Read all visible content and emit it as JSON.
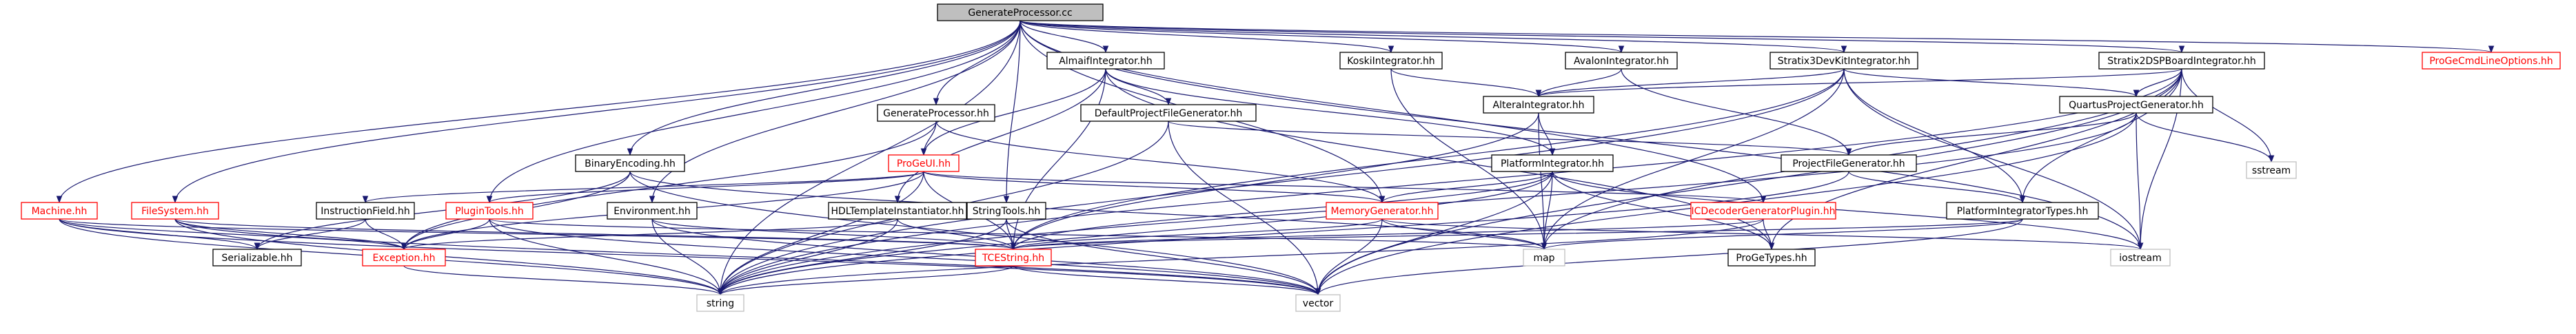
{
  "diagram": {
    "colors": {
      "edge": "#191970",
      "root_fill": "#bfbfbf",
      "node_fill": "#ffffff",
      "node_border": "#000000",
      "truncated_border": "#ff0000",
      "text": "#000000",
      "truncated_text": "#ff0000",
      "external_border": "#bfbfbf"
    },
    "nodes": [
      {
        "id": "root",
        "label": "GenerateProcessor.cc",
        "style": "root"
      },
      {
        "id": "almaif",
        "label": "AlmaifIntegrator.hh",
        "style": "normal"
      },
      {
        "id": "koski",
        "label": "KoskiIntegrator.hh",
        "style": "normal"
      },
      {
        "id": "avalon",
        "label": "AvalonIntegrator.hh",
        "style": "normal"
      },
      {
        "id": "s3dev",
        "label": "Stratix3DevKitIntegrator.hh",
        "style": "normal"
      },
      {
        "id": "s2dsp",
        "label": "Stratix2DSPBoardIntegrator.hh",
        "style": "normal"
      },
      {
        "id": "cmdline",
        "label": "ProGeCmdLineOptions.hh",
        "style": "truncated"
      },
      {
        "id": "defproj",
        "label": "DefaultProjectFileGenerator.hh",
        "style": "normal"
      },
      {
        "id": "altera",
        "label": "AlteraIntegrator.hh",
        "style": "normal"
      },
      {
        "id": "quartus",
        "label": "QuartusProjectGenerator.hh",
        "style": "normal"
      },
      {
        "id": "genproc",
        "label": "GenerateProcessor.hh",
        "style": "normal"
      },
      {
        "id": "sstream",
        "label": "sstream",
        "style": "external"
      },
      {
        "id": "binenc",
        "label": "BinaryEncoding.hh",
        "style": "normal"
      },
      {
        "id": "progeui",
        "label": "ProGeUI.hh",
        "style": "truncated"
      },
      {
        "id": "platform",
        "label": "PlatformIntegrator.hh",
        "style": "normal"
      },
      {
        "id": "projfile",
        "label": "ProjectFileGenerator.hh",
        "style": "normal"
      },
      {
        "id": "machine",
        "label": "Machine.hh",
        "style": "truncated"
      },
      {
        "id": "filesystem",
        "label": "FileSystem.hh",
        "style": "truncated"
      },
      {
        "id": "instrfield",
        "label": "InstructionField.hh",
        "style": "normal"
      },
      {
        "id": "plugintools",
        "label": "PluginTools.hh",
        "style": "truncated"
      },
      {
        "id": "environment",
        "label": "Environment.hh",
        "style": "normal"
      },
      {
        "id": "hdltempl",
        "label": "HDLTemplateInstantiator.hh",
        "style": "normal"
      },
      {
        "id": "stringtools",
        "label": "StringTools.hh",
        "style": "normal"
      },
      {
        "id": "memgen",
        "label": "MemoryGenerator.hh",
        "style": "truncated"
      },
      {
        "id": "icdec",
        "label": "ICDecoderGeneratorPlugin.hh",
        "style": "truncated"
      },
      {
        "id": "ptypes",
        "label": "PlatformIntegratorTypes.hh",
        "style": "normal"
      },
      {
        "id": "serial",
        "label": "Serializable.hh",
        "style": "normal"
      },
      {
        "id": "exception",
        "label": "Exception.hh",
        "style": "truncated"
      },
      {
        "id": "tcestring",
        "label": "TCEString.hh",
        "style": "truncated"
      },
      {
        "id": "map",
        "label": "map",
        "style": "external"
      },
      {
        "id": "progetypes",
        "label": "ProGeTypes.hh",
        "style": "normal"
      },
      {
        "id": "iostream",
        "label": "iostream",
        "style": "external"
      },
      {
        "id": "string",
        "label": "string",
        "style": "external"
      },
      {
        "id": "vector",
        "label": "vector",
        "style": "external"
      }
    ],
    "edges": [
      [
        "root",
        "almaif"
      ],
      [
        "root",
        "koski"
      ],
      [
        "root",
        "avalon"
      ],
      [
        "root",
        "s3dev"
      ],
      [
        "root",
        "s2dsp"
      ],
      [
        "root",
        "cmdline"
      ],
      [
        "root",
        "genproc"
      ],
      [
        "root",
        "binenc"
      ],
      [
        "root",
        "machine"
      ],
      [
        "root",
        "filesystem"
      ],
      [
        "root",
        "plugintools"
      ],
      [
        "root",
        "environment"
      ],
      [
        "root",
        "stringtools"
      ],
      [
        "root",
        "memgen"
      ],
      [
        "root",
        "icdec"
      ],
      [
        "root",
        "string"
      ],
      [
        "root",
        "iostream"
      ],
      [
        "almaif",
        "defproj"
      ],
      [
        "almaif",
        "platform"
      ],
      [
        "almaif",
        "hdltempl"
      ],
      [
        "almaif",
        "tcestring"
      ],
      [
        "almaif",
        "progetypes"
      ],
      [
        "almaif",
        "progeui"
      ],
      [
        "koski",
        "altera"
      ],
      [
        "koski",
        "map"
      ],
      [
        "avalon",
        "altera"
      ],
      [
        "avalon",
        "projfile"
      ],
      [
        "s3dev",
        "altera"
      ],
      [
        "s3dev",
        "quartus"
      ],
      [
        "s3dev",
        "ptypes"
      ],
      [
        "s3dev",
        "iostream"
      ],
      [
        "s3dev",
        "string"
      ],
      [
        "s3dev",
        "map"
      ],
      [
        "s3dev",
        "tcestring"
      ],
      [
        "s2dsp",
        "altera"
      ],
      [
        "s2dsp",
        "quartus"
      ],
      [
        "s2dsp",
        "ptypes"
      ],
      [
        "s2dsp",
        "sstream"
      ],
      [
        "s2dsp",
        "iostream"
      ],
      [
        "s2dsp",
        "string"
      ],
      [
        "s2dsp",
        "vector"
      ],
      [
        "s2dsp",
        "progetypes"
      ],
      [
        "s2dsp",
        "map"
      ],
      [
        "defproj",
        "projfile"
      ],
      [
        "defproj",
        "string"
      ],
      [
        "defproj",
        "vector"
      ],
      [
        "altera",
        "platform"
      ],
      [
        "altera",
        "tcestring"
      ],
      [
        "altera",
        "map"
      ],
      [
        "quartus",
        "projfile"
      ],
      [
        "quartus",
        "sstream"
      ],
      [
        "quartus",
        "iostream"
      ],
      [
        "quartus",
        "string"
      ],
      [
        "quartus",
        "vector"
      ],
      [
        "genproc",
        "progeui"
      ],
      [
        "genproc",
        "memgen"
      ],
      [
        "genproc",
        "exception"
      ],
      [
        "binenc",
        "serial"
      ],
      [
        "binenc",
        "exception"
      ],
      [
        "binenc",
        "vector"
      ],
      [
        "binenc",
        "map"
      ],
      [
        "progeui",
        "plugintools"
      ],
      [
        "progeui",
        "instrfield"
      ],
      [
        "progeui",
        "memgen"
      ],
      [
        "progeui",
        "icdec"
      ],
      [
        "progeui",
        "tcestring"
      ],
      [
        "progeui",
        "string"
      ],
      [
        "progeui",
        "exception"
      ],
      [
        "platform",
        "memgen"
      ],
      [
        "platform",
        "tcestring"
      ],
      [
        "platform",
        "map"
      ],
      [
        "platform",
        "string"
      ],
      [
        "platform",
        "vector"
      ],
      [
        "platform",
        "progetypes"
      ],
      [
        "platform",
        "iostream"
      ],
      [
        "projfile",
        "ptypes"
      ],
      [
        "projfile",
        "string"
      ],
      [
        "machine",
        "serial"
      ],
      [
        "machine",
        "exception"
      ],
      [
        "machine",
        "tcestring"
      ],
      [
        "machine",
        "string"
      ],
      [
        "machine",
        "vector"
      ],
      [
        "filesystem",
        "exception"
      ],
      [
        "filesystem",
        "tcestring"
      ],
      [
        "filesystem",
        "string"
      ],
      [
        "filesystem",
        "vector"
      ],
      [
        "instrfield",
        "serial"
      ],
      [
        "instrfield",
        "exception"
      ],
      [
        "plugintools",
        "exception"
      ],
      [
        "plugintools",
        "string"
      ],
      [
        "plugintools",
        "vector"
      ],
      [
        "plugintools",
        "map"
      ],
      [
        "environment",
        "tcestring"
      ],
      [
        "environment",
        "string"
      ],
      [
        "environment",
        "vector"
      ],
      [
        "hdltempl",
        "tcestring"
      ],
      [
        "hdltempl",
        "exception"
      ],
      [
        "hdltempl",
        "string"
      ],
      [
        "stringtools",
        "tcestring"
      ],
      [
        "stringtools",
        "string"
      ],
      [
        "stringtools",
        "vector"
      ],
      [
        "memgen",
        "tcestring"
      ],
      [
        "memgen",
        "map"
      ],
      [
        "memgen",
        "vector"
      ],
      [
        "memgen",
        "iostream"
      ],
      [
        "icdec",
        "tcestring"
      ],
      [
        "icdec",
        "progetypes"
      ],
      [
        "icdec",
        "string"
      ],
      [
        "ptypes",
        "tcestring"
      ],
      [
        "ptypes",
        "map"
      ],
      [
        "ptypes",
        "vector"
      ],
      [
        "exception",
        "string"
      ],
      [
        "tcestring",
        "string"
      ],
      [
        "tcestring",
        "vector"
      ]
    ]
  }
}
